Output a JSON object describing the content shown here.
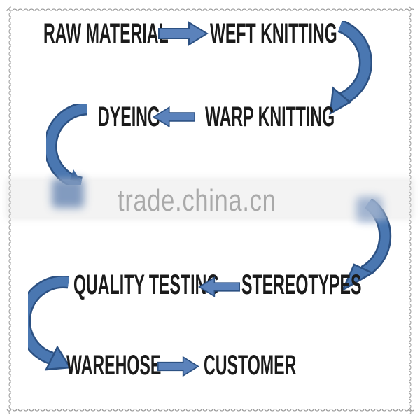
{
  "diagram": {
    "title": "knitting production process flowchart",
    "nodes": [
      {
        "id": "raw-material",
        "label": "RAW MATERIAL"
      },
      {
        "id": "weft-knitting",
        "label": "WEFT KNITTING"
      },
      {
        "id": "dyeing",
        "label": "DYEING"
      },
      {
        "id": "warp-knitting",
        "label": "WARP KNITTING"
      },
      {
        "id": "quality-testing",
        "label": "QUALITY TESTING"
      },
      {
        "id": "stereotypes",
        "label": "STEREOTYPES"
      },
      {
        "id": "warehose",
        "label": "WAREHOSE"
      },
      {
        "id": "customer",
        "label": "CUSTOMER"
      }
    ],
    "connectors": [
      {
        "from": "raw-material",
        "to": "weft-knitting",
        "shape": "block-arrow-right"
      },
      {
        "from": "weft-knitting",
        "to": "warp-knitting",
        "shape": "curved-arrow-down-right-side"
      },
      {
        "from": "warp-knitting",
        "to": "dyeing",
        "shape": "block-arrow-left"
      },
      {
        "from": "dyeing",
        "to": "stereotypes",
        "shape": "curved-arrows-through-watermark"
      },
      {
        "from": "stereotypes",
        "to": "quality-testing",
        "shape": "block-arrow-left"
      },
      {
        "from": "quality-testing",
        "to": "warehose",
        "shape": "curved-arrow-down-left-side"
      },
      {
        "from": "warehose",
        "to": "customer",
        "shape": "block-arrow-right"
      }
    ],
    "colors": {
      "arrow_fill": "#5b82bb",
      "arrow_edge": "#2c5183",
      "curve_fill": "#4a77b1",
      "text": "#1b1b1b",
      "watermark_gray": "#a9a9a9",
      "border_gray": "#9e9e9e"
    }
  },
  "watermark": {
    "text": "trade.china.cn"
  }
}
